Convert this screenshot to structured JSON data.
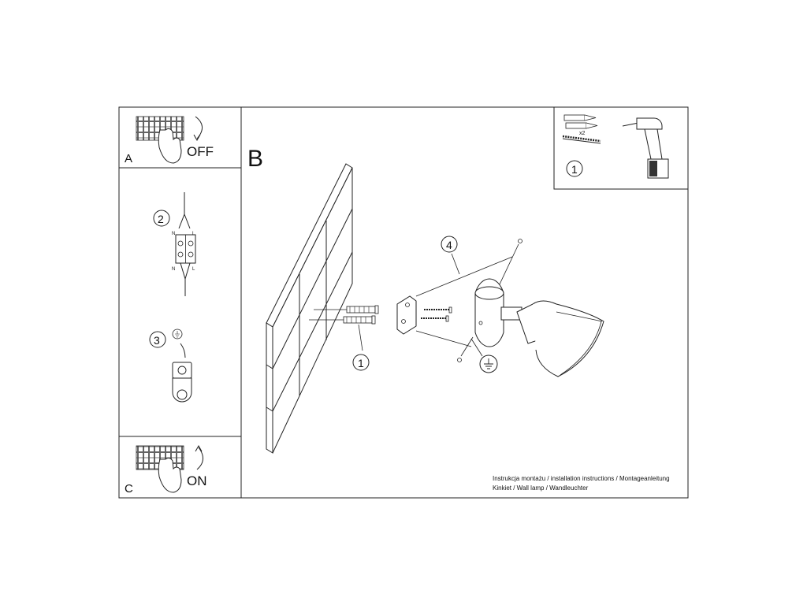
{
  "panel_a": {
    "letter": "A",
    "action": "OFF"
  },
  "panel_b": {
    "letter": "B"
  },
  "panel_c": {
    "letter": "C",
    "action": "ON"
  },
  "tools": {
    "step": "1",
    "quantity": "x2"
  },
  "wiring": {
    "step": "2",
    "neutral": "N",
    "live": "L"
  },
  "earth": {
    "step": "3"
  },
  "assembly": {
    "step_anchors": "1",
    "step_lamp": "4"
  },
  "caption": {
    "line1": "Instrukcja montażu / installation instructions / Montageanleitung",
    "line2": "Kinkiet / Wall lamp / Wandleuchter"
  },
  "icons": [
    "off-switch-icon",
    "on-switch-icon",
    "drill-icon",
    "wall-plug-icon",
    "screw-icon",
    "ground-symbol-icon",
    "terminal-block-icon",
    "wall-lamp-icon",
    "wall-icon"
  ]
}
